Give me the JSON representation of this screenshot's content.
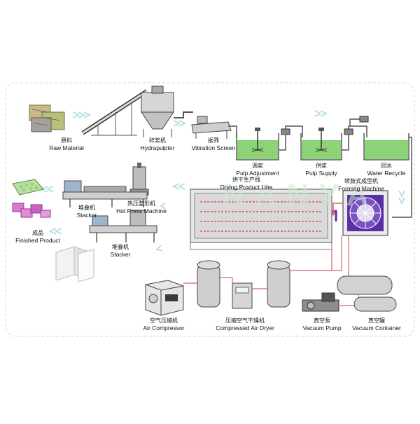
{
  "watermark": "NANYA",
  "labels": {
    "raw_material": {
      "zh": "原料",
      "en": "Raw Material"
    },
    "hydrapulpter": {
      "zh": "碎浆机",
      "en": "Hydrapulpter"
    },
    "vibration_screen": {
      "zh": "振筛",
      "en": "Vibration Screen"
    },
    "pulp_adjustment": {
      "zh": "调浆",
      "en": "Pulp Adjustment"
    },
    "pulp_supply": {
      "zh": "供浆",
      "en": "Pulp Supply"
    },
    "water_recycle": {
      "zh": "回水",
      "en": "Water Recycle"
    },
    "forming_machine": {
      "zh": "转鼓式成型机",
      "en": "Forming Machine"
    },
    "drying_line": {
      "zh": "烘干生产线",
      "en": "Drying Product Line"
    },
    "hot_press": {
      "zh": "热压整形机",
      "en": "Hot Press Machine"
    },
    "stacker_top": {
      "zh": "堆叠机",
      "en": "Stacker"
    },
    "stacker_bottom": {
      "zh": "堆叠机",
      "en": "Stacker"
    },
    "finished_product": {
      "zh": "成品",
      "en": "Finished Product"
    },
    "air_compressor": {
      "zh": "空气压缩机",
      "en": "Air Compressor"
    },
    "air_dryer": {
      "zh": "压缩空气干燥机",
      "en": "Compressed Air Dryer"
    },
    "vacuum_pump": {
      "zh": "真空泵",
      "en": "Vacuum Pump"
    },
    "vacuum_container": {
      "zh": "真空罐",
      "en": "Vacuum Container"
    }
  },
  "colors": {
    "water": "#8fd67a",
    "pipe_gray": "#555555",
    "pipe_red": "#e0606a",
    "flow_arrow": "#b9dfe6",
    "forming_purple": "#5a2ea6",
    "drying_red": "#e23a3a"
  }
}
